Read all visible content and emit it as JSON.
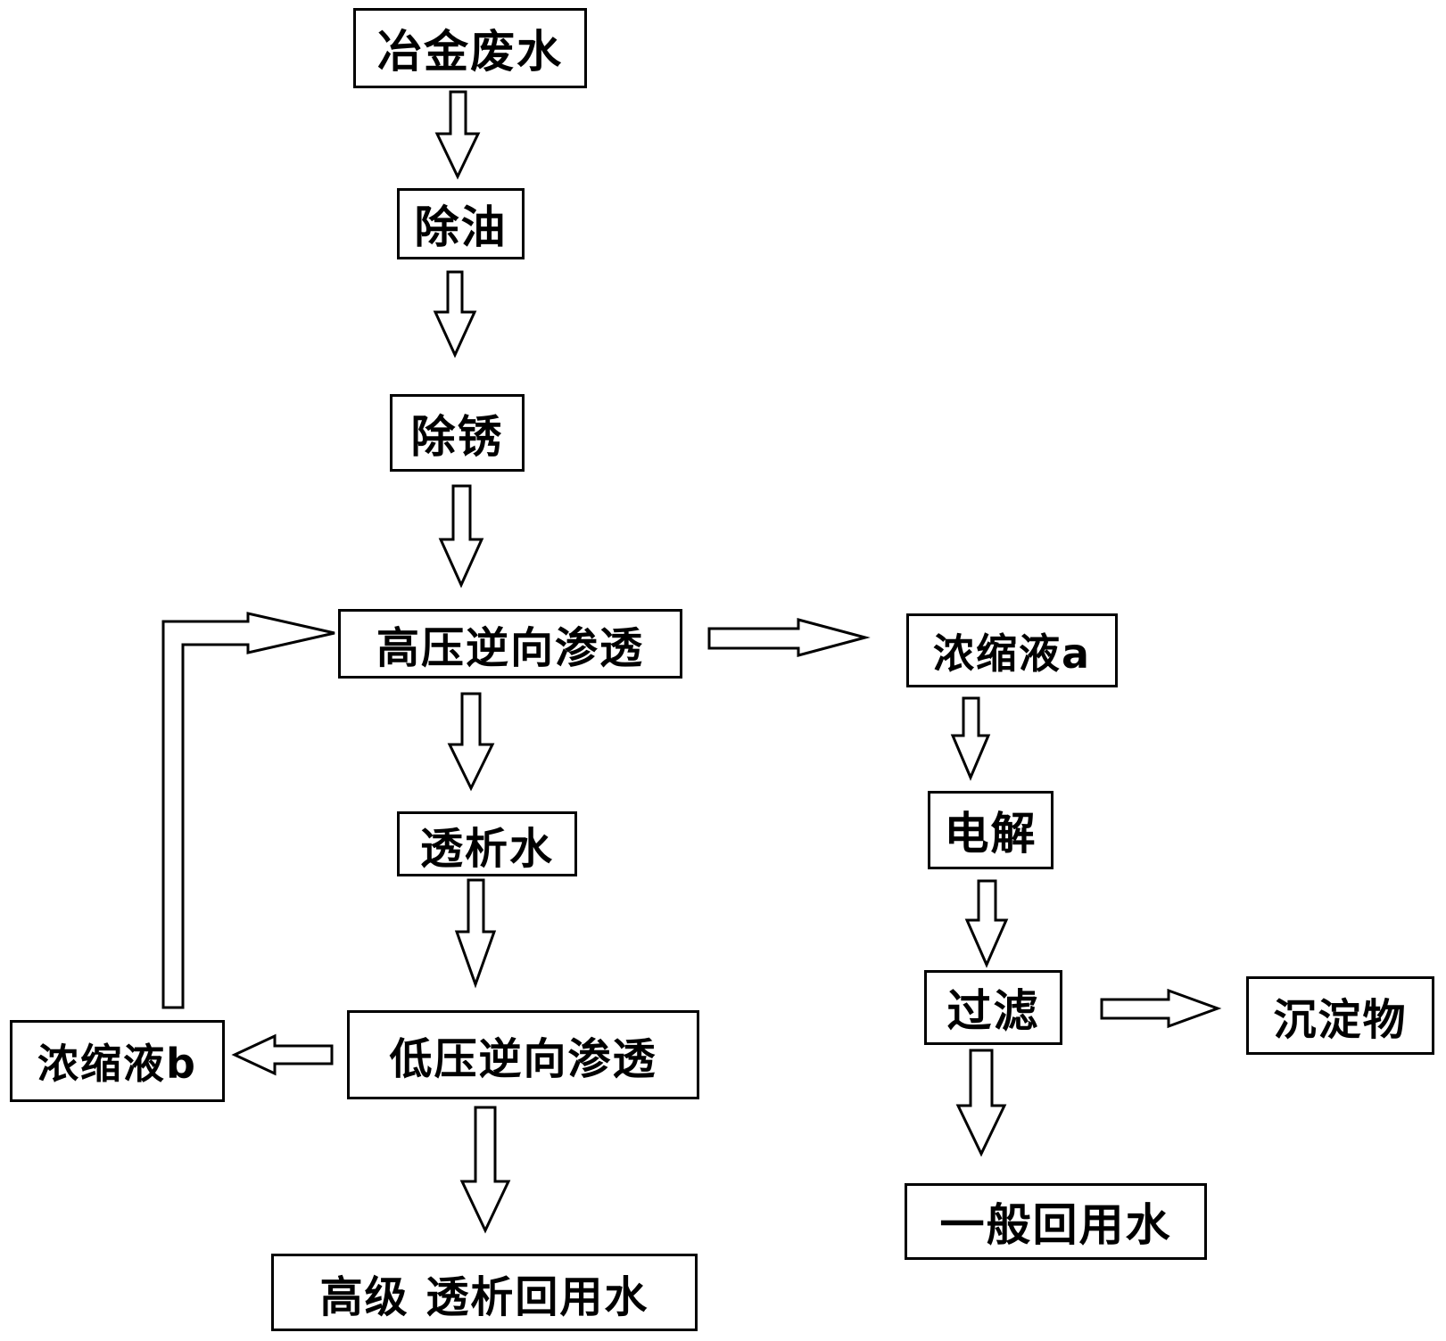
{
  "nodes": {
    "metallurgical_wastewater": "冶金废水",
    "oil_removal": "除油",
    "rust_removal": "除锈",
    "hp_reverse_osmosis": "高压逆向渗透",
    "concentrate_a": "浓缩液a",
    "dialysis_water": "透析水",
    "electrolysis": "电解",
    "filtration": "过滤",
    "precipitate": "沉淀物",
    "lp_reverse_osmosis": "低压逆向渗透",
    "concentrate_b": "浓缩液b",
    "general_reuse_water": "一般回用水",
    "advanced_dialysis_reuse_water": "高级 透析回用水"
  },
  "colors": {
    "stroke": "#000000",
    "fill": "#ffffff"
  }
}
